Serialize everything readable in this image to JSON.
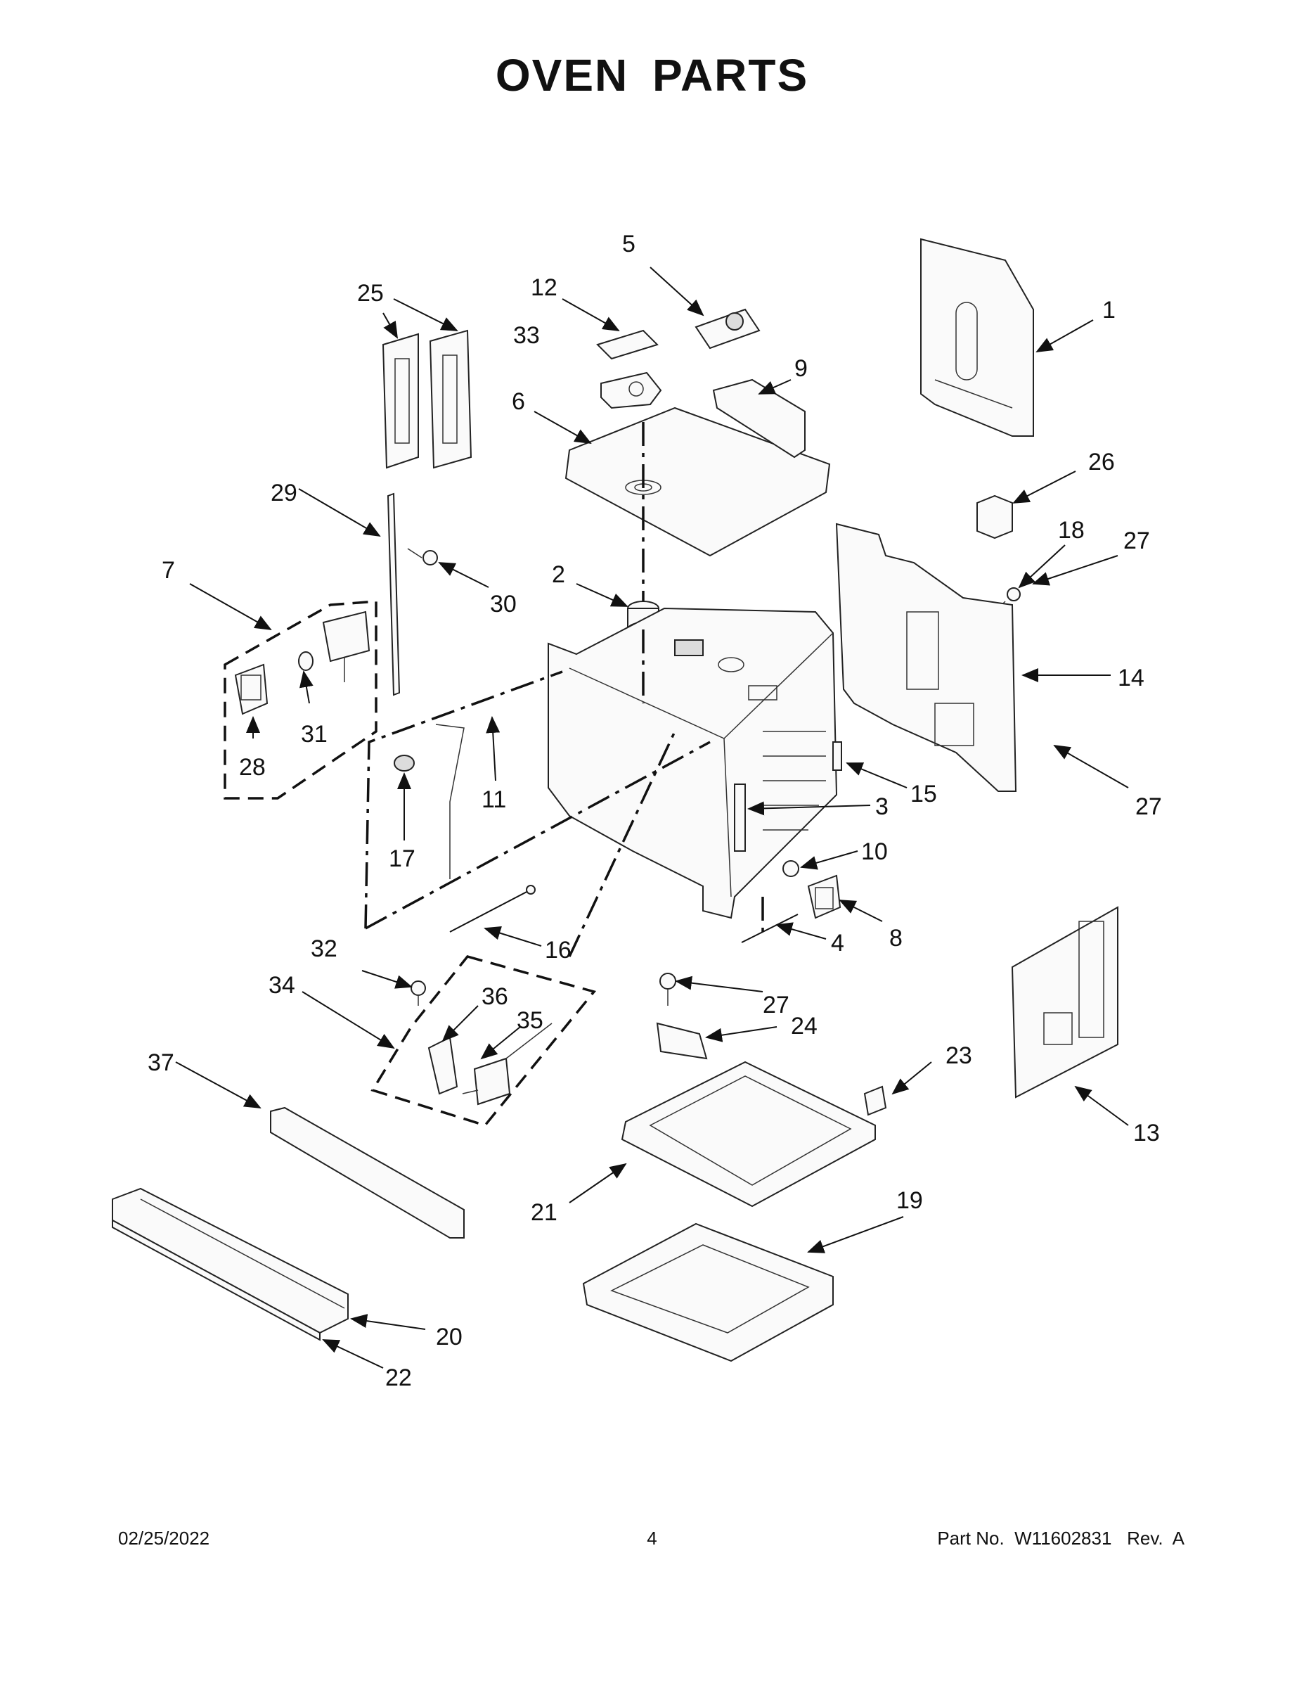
{
  "title": "OVEN PARTS",
  "footer": {
    "date": "02/25/2022",
    "page": "4",
    "part_label": "Part No.  W11602831   Rev.  A"
  },
  "callouts": {
    "c1": "1",
    "c2": "2",
    "c3": "3",
    "c4": "4",
    "c5": "5",
    "c6": "6",
    "c7": "7",
    "c8": "8",
    "c9": "9",
    "c10": "10",
    "c11": "11",
    "c12": "12",
    "c13": "13",
    "c14": "14",
    "c15": "15",
    "c16": "16",
    "c17": "17",
    "c18": "18",
    "c19": "19",
    "c20": "20",
    "c21": "21",
    "c22": "22",
    "c23": "23",
    "c24": "24",
    "c25": "25",
    "c26": "26",
    "c27a": "27",
    "c27b": "27",
    "c27c": "27",
    "c28": "28",
    "c29": "29",
    "c30": "30",
    "c31": "31",
    "c32": "32",
    "c33": "33",
    "c34": "34",
    "c35": "35",
    "c36": "36",
    "c37": "37"
  }
}
